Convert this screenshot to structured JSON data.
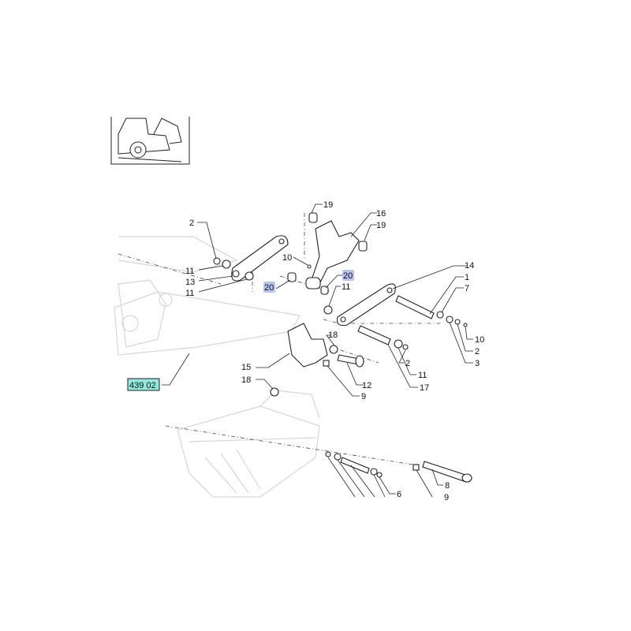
{
  "diagram": {
    "reference_box": "439 02",
    "labels": [
      "19",
      "16",
      "19",
      "2",
      "10",
      "11",
      "13",
      "11",
      "20",
      "20",
      "11",
      "14",
      "1",
      "7",
      "10",
      "2",
      "3",
      "18",
      "15",
      "2",
      "11",
      "12",
      "17",
      "9",
      "18",
      "6",
      "8",
      "9"
    ],
    "highlighted_label": "20",
    "highlight_color": "#b7c3f0",
    "reference_color": "#8ee8dc"
  }
}
